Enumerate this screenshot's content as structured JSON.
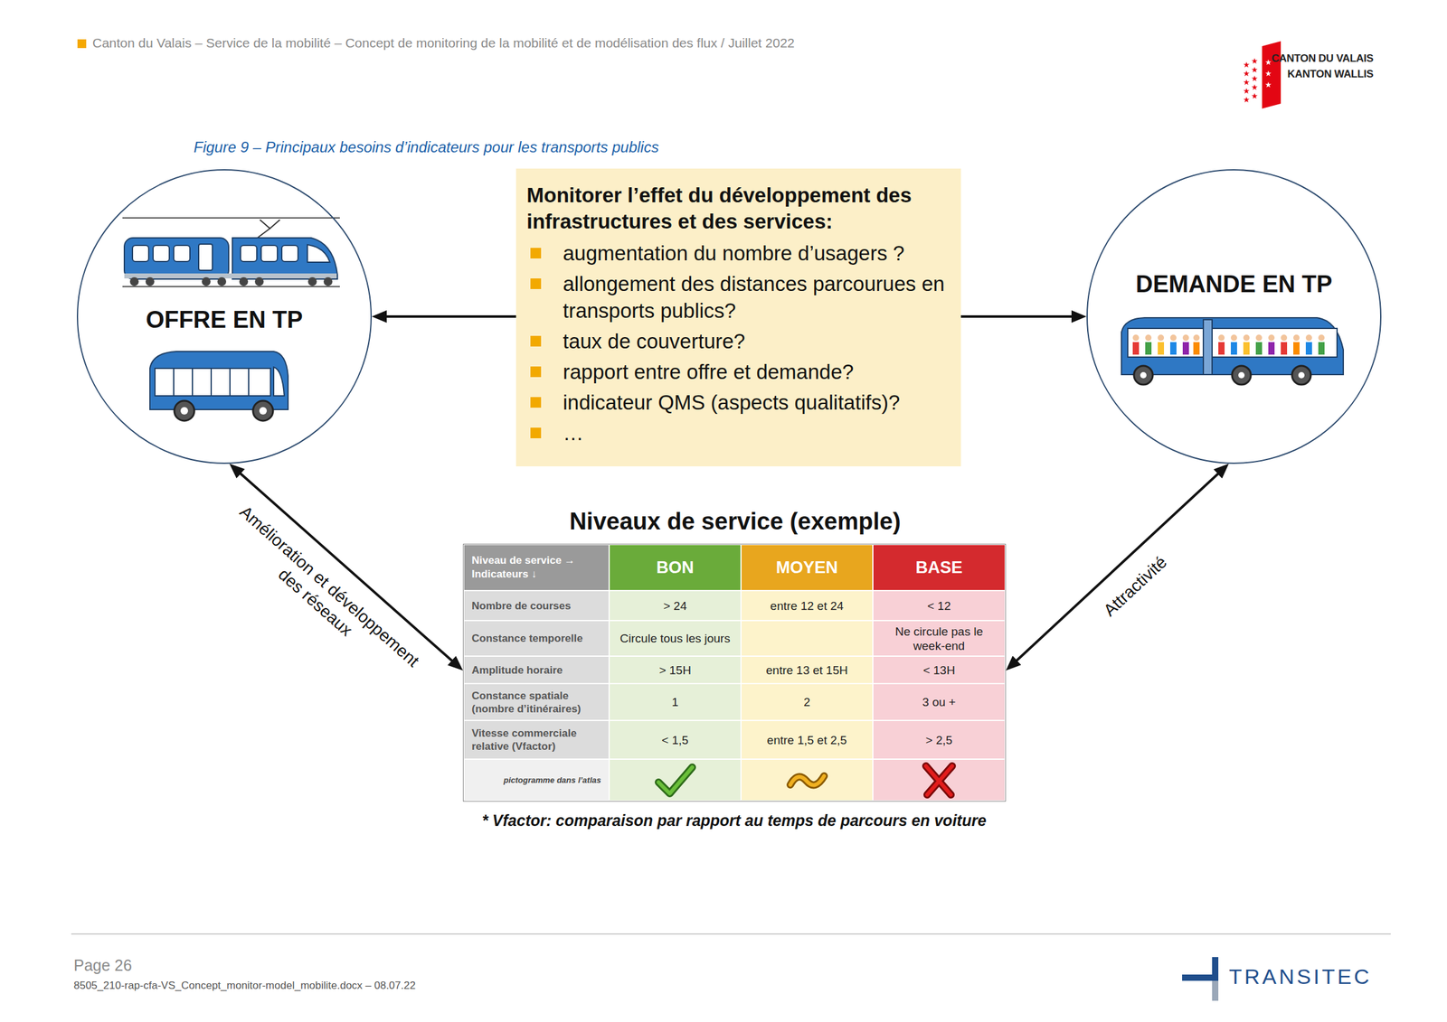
{
  "diagram": {
    "caption": "Figure 9 – Principaux besoins d’indicateurs pour les transports publics",
    "nodes": [
      {
        "text": [
          "OFFRE EN TP"
        ]
      },
      {
        "text": [
          "Monitorer l’effet du développement des infrastructures et des services:",
          "augmentation du nombre d’usagers ?",
          "allongement des distances parcourues en transports publics?",
          "taux de couverture?",
          "rapport entre offre et demande?",
          "indicateur QMS (aspects qualitatifs)?",
          "…"
        ]
      },
      {
        "text": [
          "DEMANDE EN TP"
        ]
      },
      {
        "text": [
          "Niveaux de service (exemple)"
        ]
      }
    ],
    "edges": [
      {
        "from": 1,
        "to": 0,
        "arrow": "to"
      },
      {
        "from": 1,
        "to": 2,
        "arrow": "to"
      },
      {
        "from": 0,
        "to": 3,
        "arrow": "both",
        "label": "Amélioration et développement des réseaux"
      },
      {
        "from": 2,
        "to": 3,
        "arrow": "both",
        "label": "Attractivité"
      }
    ],
    "labels": [
      "Canton du Valais – Service de la mobilité – Concept de monitoring de la mobilité et de modélisation des flux / Juillet 2022",
      "CANTON DU VALAIS",
      "KANTON WALLIS",
      "Niveau de service → Indicateurs ↓",
      "BON",
      "MOYEN",
      "BASE",
      "Nombre de courses",
      "> 24",
      "entre 12 et 24",
      "< 12",
      "Constance temporelle",
      "Circule tous les jours",
      "Ne circule pas le week-end",
      "Amplitude horaire",
      "> 15H",
      "entre 13 et 15H",
      "< 13H",
      "Constance spatiale (nombre d’itinéraires)",
      "1",
      "2",
      "3 ou +",
      "Vitesse commerciale relative (Vfactor)",
      "< 1,5",
      "entre 1,5 et 2,5",
      "> 2,5",
      "pictogramme dans l’atlas",
      "* Vfactor: comparaison par rapport au temps de parcours en voiture",
      "Page 26",
      "8505_210-rap-cfa-VS_Concept_monitor-model_mobilite.docx – 08.07.22",
      "TRANSITEC"
    ]
  }
}
